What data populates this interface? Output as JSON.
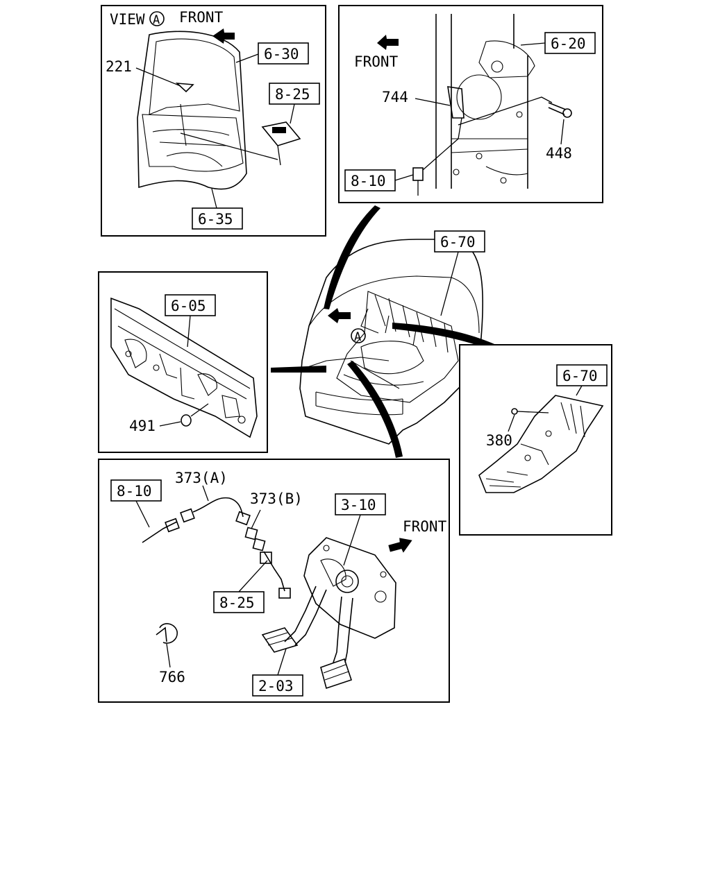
{
  "view_label": {
    "prefix": "VIEW",
    "marker": "A",
    "front": "FRONT"
  },
  "front_labels": {
    "top_right": "FRONT",
    "bottom": "FRONT"
  },
  "center_marker": "A",
  "callouts": {
    "c630": "6-30",
    "c825_top": "8-25",
    "c635": "6-35",
    "c620": "6-20",
    "c810_top": "8-10",
    "c670_center": "6-70",
    "c605": "6-05",
    "c670_right": "6-70",
    "c810_bottom": "8-10",
    "c310": "3-10",
    "c825_bottom": "8-25",
    "c203": "2-03"
  },
  "part_numbers": {
    "p221": "221",
    "p744": "744",
    "p448": "448",
    "p491": "491",
    "p380": "380",
    "p373a": "373(A)",
    "p373b": "373(B)",
    "p766": "766"
  }
}
